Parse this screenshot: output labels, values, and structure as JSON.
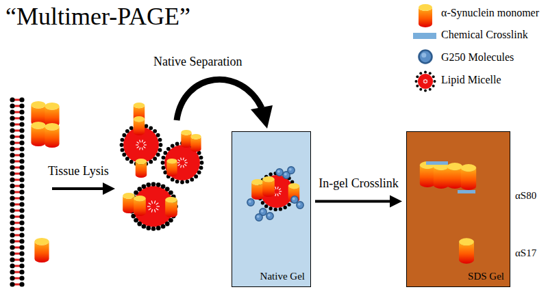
{
  "diagram": {
    "title": "“Multimer-PAGE”",
    "nodes": [
      {
        "text": [
          "Native Gel"
        ]
      },
      {
        "text": [
          "SDS Gel"
        ]
      }
    ],
    "edges": [
      {
        "from": 0,
        "to": 1,
        "arrow": "to",
        "label": "In-gel Crosslink"
      }
    ],
    "labels": [
      "Tissue Lysis",
      "Native Separation",
      "αS80",
      "αS17"
    ],
    "legend": [
      {
        "text": "α-Synuclein monomer"
      },
      {
        "text": "Chemical Crosslink",
        "color": "#79aedb"
      },
      {
        "text": "G250 Molecules"
      },
      {
        "text": "Lipid Micelle"
      }
    ]
  }
}
